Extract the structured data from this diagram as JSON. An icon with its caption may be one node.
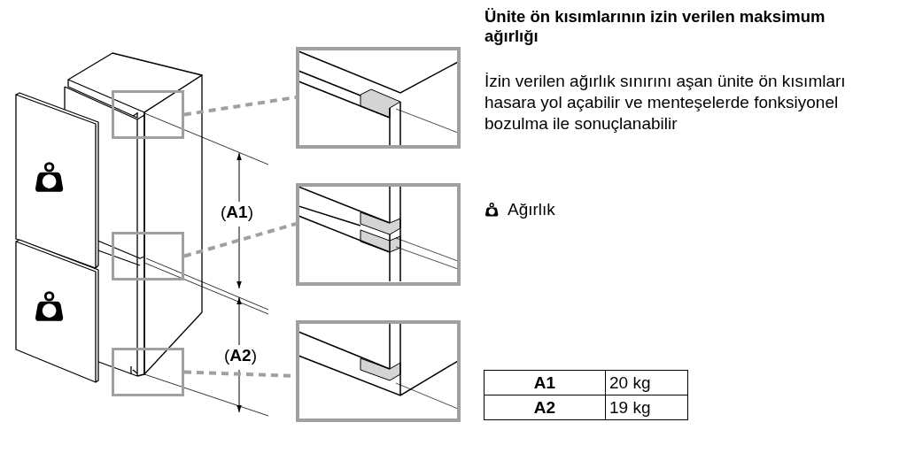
{
  "diagram": {
    "title": "Ünite ön kısımlarının izin verilen maksimum ağırlığı",
    "nodes": [
      {
        "text": [],
        "shape": "box"
      },
      {
        "text": [],
        "shape": "box"
      },
      {
        "text": [],
        "shape": "box"
      },
      {
        "text": [],
        "shape": "box"
      },
      {
        "text": [],
        "shape": "box"
      },
      {
        "text": [],
        "shape": "box"
      }
    ],
    "edges": [
      {
        "from": 0,
        "to": 3,
        "arrow": "none",
        "style": "dashed"
      },
      {
        "from": 1,
        "to": 4,
        "arrow": "none",
        "style": "dashed"
      },
      {
        "from": 2,
        "to": 5,
        "arrow": "none",
        "style": "dashed"
      }
    ],
    "labels": [
      "İzin verilen ağırlık sınırını aşan ünite ön kısımları hasara yol açabilir ve menteşelerde fonksiyonel bozulma ile sonuçlanabilir",
      "(**A1**)",
      "(**A2**)",
      "A1",
      "20 kg",
      "A2",
      "19 kg"
    ],
    "legend": [
      {
        "text": "Ağırlık"
      }
    ]
  }
}
